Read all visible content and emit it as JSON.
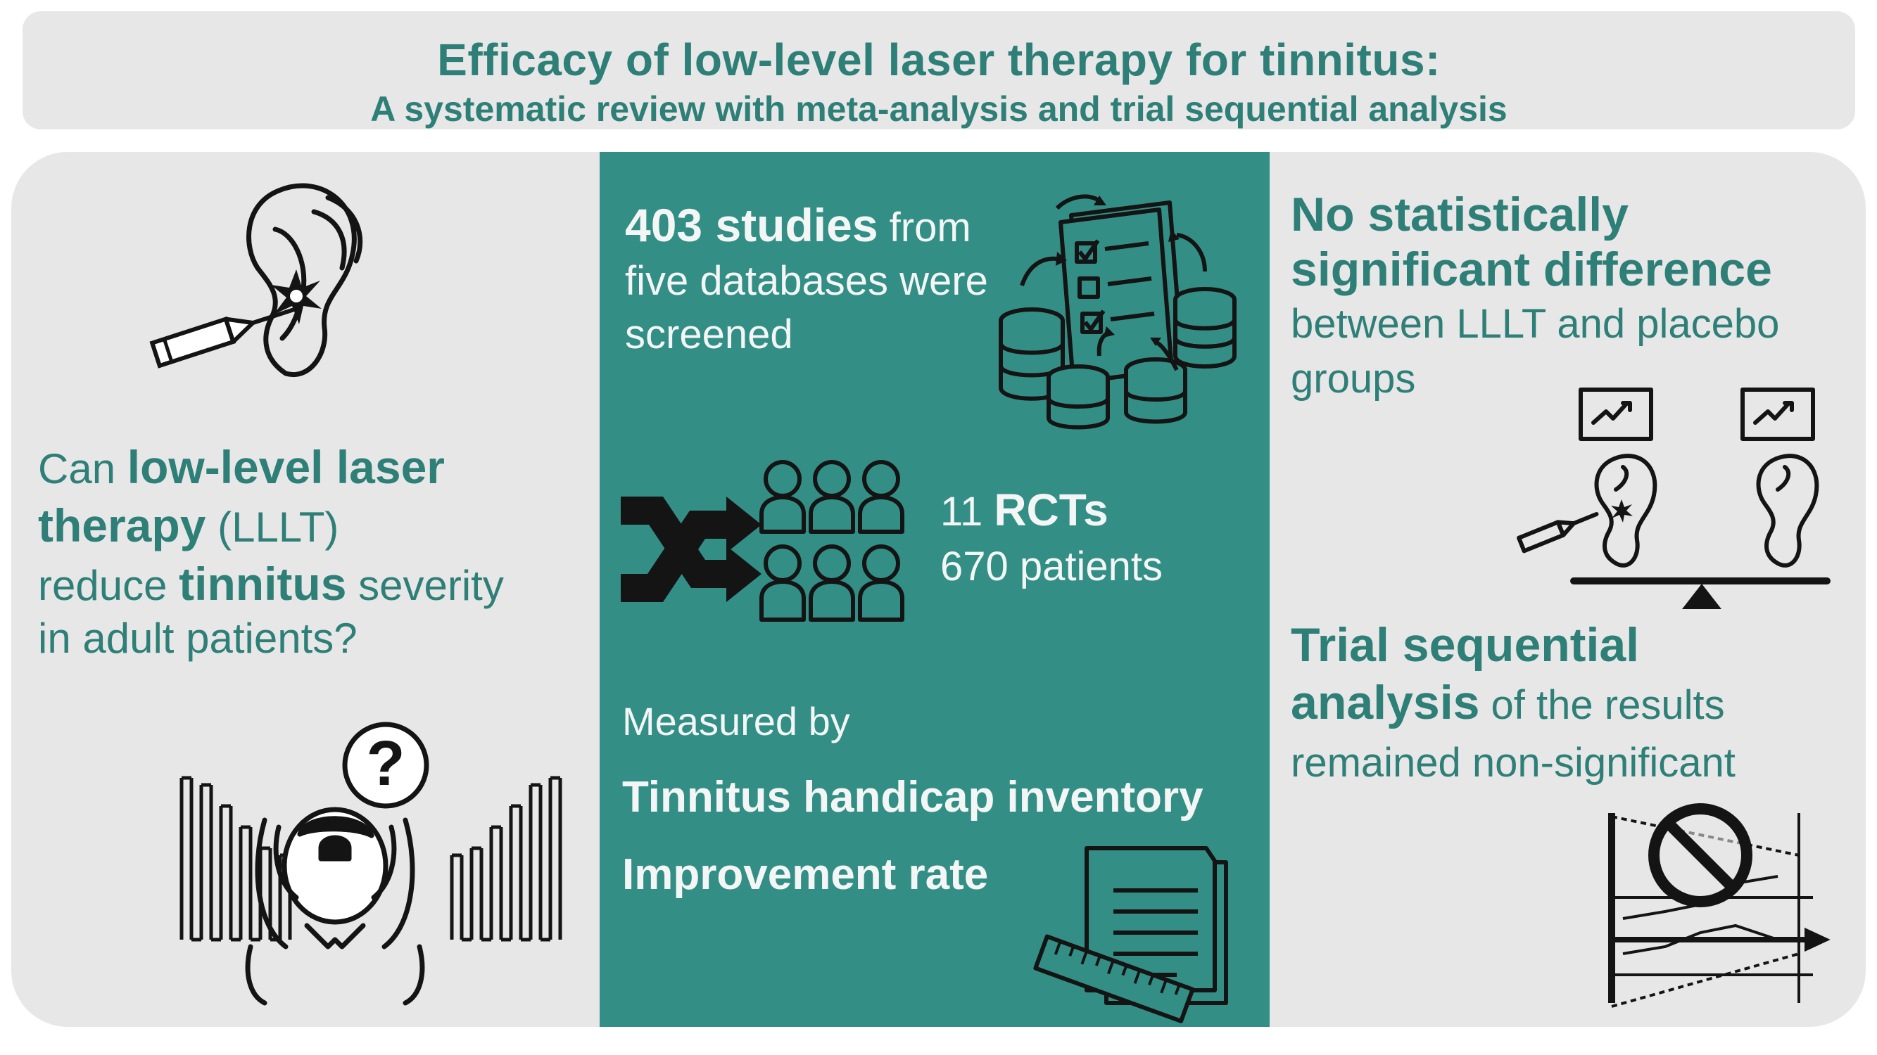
{
  "header": {
    "title": "Efficacy of low-level laser therapy for tinnitus:",
    "subtitle": "A systematic review with meta-analysis and trial sequential analysis"
  },
  "left": {
    "question": {
      "can": "Can ",
      "lllt_bold": "low-level laser",
      "therapy_bold": "therapy",
      "lllt_abbr": " (LLLT)",
      "reduce": "reduce ",
      "tinnitus_bold": "tinnitus",
      "severity": " severity",
      "line4": "in adult patients?"
    },
    "icons": [
      "ear-laser-icon",
      "distressed-person-icon",
      "sound-wave-icon",
      "question-mark-icon"
    ]
  },
  "middle": {
    "studies_bold": "403 studies",
    "studies_from": " from",
    "studies_line2": "five databases were",
    "studies_line3": "screened",
    "rcts_prefix": "11 ",
    "rcts_bold": "RCTs",
    "patients": "670 patients",
    "measured_by": "Measured by",
    "measure1": "Tinnitus handicap inventory",
    "measure2": "Improvement rate",
    "icons": [
      "database-checklist-icon",
      "randomize-arrows-icon",
      "groups-icon",
      "document-ruler-icon"
    ]
  },
  "right": {
    "finding_bold_1": "No statistically",
    "finding_bold_2": "significant difference",
    "finding_line3": "between LLLT and placebo",
    "finding_line4": "groups",
    "tsa_bold_1": "Trial sequential",
    "tsa_bold_2": "analysis",
    "tsa_rest": " of the results",
    "tsa_line3": "remained non-significant",
    "icons": [
      "balance-scale-icon",
      "monitor-chart-icon",
      "ear-icon",
      "prohibited-graph-icon"
    ]
  },
  "colors": {
    "teal": "#2e7f77",
    "teal_panel": "#338f86",
    "panel_gray": "#e7e7e7",
    "icon_black": "#141414"
  }
}
